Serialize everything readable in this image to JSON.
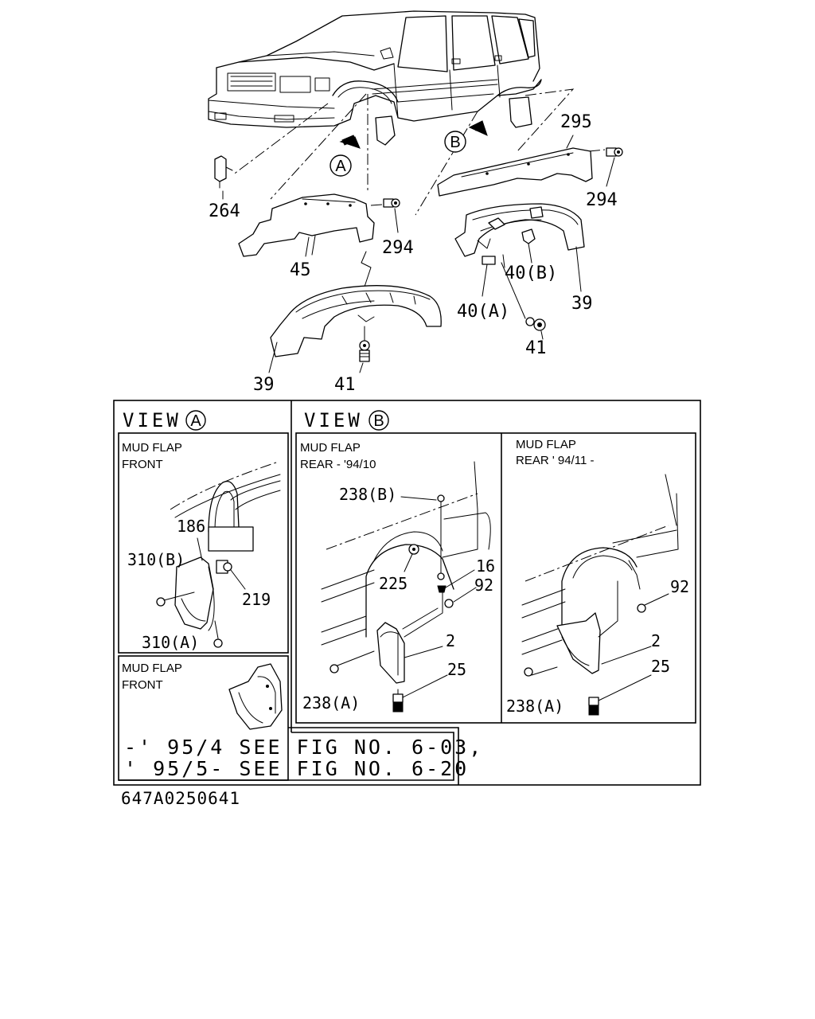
{
  "callouts": {
    "c264": "264",
    "c45": "45",
    "c294a": "294",
    "c294b": "294",
    "c295": "295",
    "c39a": "39",
    "c39b": "39",
    "c41a": "41",
    "c41b": "41",
    "c40a": "40(A)",
    "c40b": "40(B)",
    "c186": "186",
    "c310b": "310(B)",
    "c219": "219",
    "c310a": "310(A)",
    "c238b": "238(B)",
    "c225": "225",
    "c16": "16",
    "c92a": "92",
    "c2a": "2",
    "c25a": "25",
    "c238a1": "238(A)",
    "c92b": "92",
    "c2b": "2",
    "c25b": "25",
    "c238a2": "238(A)"
  },
  "markers": {
    "a": "A",
    "b": "B"
  },
  "view_a": {
    "title": "VIEW",
    "letter": "A",
    "panel1_line1": "MUD FLAP",
    "panel1_line2": "FRONT",
    "panel2_line1": "MUD FLAP",
    "panel2_line2": "FRONT"
  },
  "view_b": {
    "title": "VIEW",
    "letter": "B",
    "panel1_line1": "MUD FLAP",
    "panel1_line2": "REAR - '94/10",
    "panel2_line1": "MUD FLAP",
    "panel2_line2": "REAR ' 94/11 -"
  },
  "note": {
    "line1": "-' 95/4 SEE FIG NO. 6-03,",
    "line2": "' 95/5- SEE FIG NO. 6-20"
  },
  "figure_code": "647A0250641"
}
